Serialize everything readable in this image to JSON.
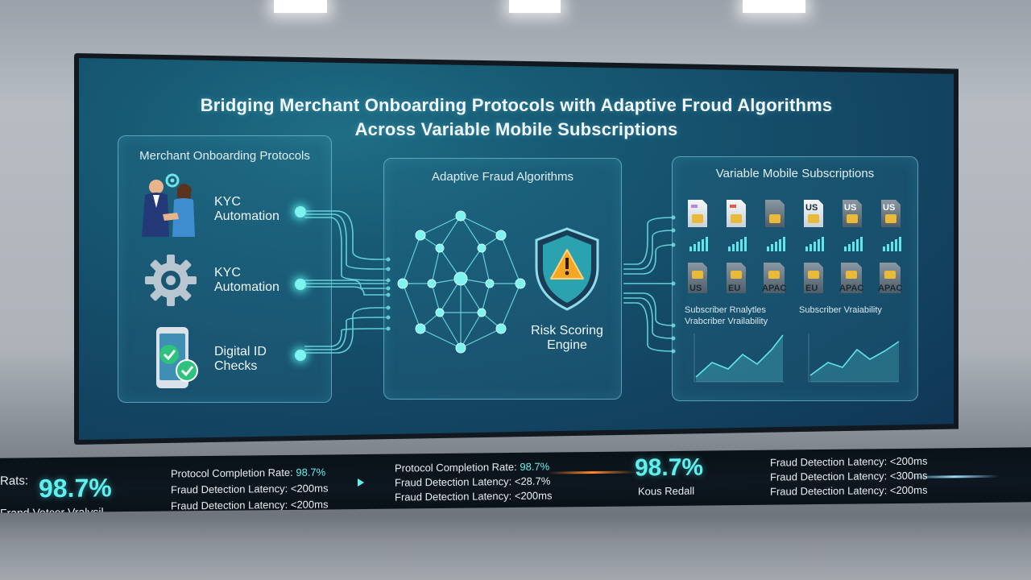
{
  "title_line1": "Bridging Merchant Onboarding Protocols with Adaptive Froud Algorithms",
  "title_line2": "Across Variable Mobile Subscriptions",
  "left_panel": {
    "title": "Merchant Onboarding Protocols",
    "items": [
      {
        "line1": "KYC",
        "line2": "Automation",
        "icon": "handshake-icon"
      },
      {
        "line1": "KYC",
        "line2": "Automation",
        "icon": "gear-icon"
      },
      {
        "line1": "Digital ID",
        "line2": "Checks",
        "icon": "phone-check-icon"
      }
    ]
  },
  "center_panel": {
    "title": "Adaptive Fraud Algorithms",
    "engine_line1": "Risk Scoring",
    "engine_line2": "Engine",
    "icons": [
      "neural-network-icon",
      "warning-shield-icon"
    ]
  },
  "right_panel": {
    "title": "Variable Mobile Subscriptions",
    "top_row_labels": [
      "",
      "",
      "",
      "US",
      "US",
      "US"
    ],
    "bottom_row_labels": [
      "US",
      "EU",
      "APAC",
      "EU",
      "APAC",
      "APAC"
    ],
    "chart_left_title_1": "Subscriber Rnalytles",
    "chart_left_title_2": "Vrabcriber Vrailability",
    "chart_right_title": "Subscriber Vraiability"
  },
  "ticker": {
    "left_cut": "Rats:",
    "big1": "98.7%",
    "sub1": "Frand  Votcer Vralysil",
    "g1_line1_label": "Protocol Completion Rate: ",
    "g1_line1_value": "98.7%",
    "g1_line2": "Fraud Detection Latency: <200ms",
    "g1_line3": "Fraud Detection Latency: <200ms",
    "g2_line1_label": "Protocol Completion Rate: ",
    "g2_line1_value": "98.7%",
    "g2_line2": "Fraud Detection Latency: <28.7%",
    "g2_line3": "Fraud Detection Latency: <200ms",
    "big2": "98.7%",
    "sub2": "Kous Redall",
    "g3_line1": "Fraud Detection Latency: <200ms",
    "g3_line2": "Fraud Detection Latency: <300ms",
    "g3_line3": "Fraud Detection Latency: <200ms"
  },
  "colors": {
    "accent": "#5ff0f0",
    "panel_border": "#96dcf0",
    "warning": "#f5a623"
  }
}
